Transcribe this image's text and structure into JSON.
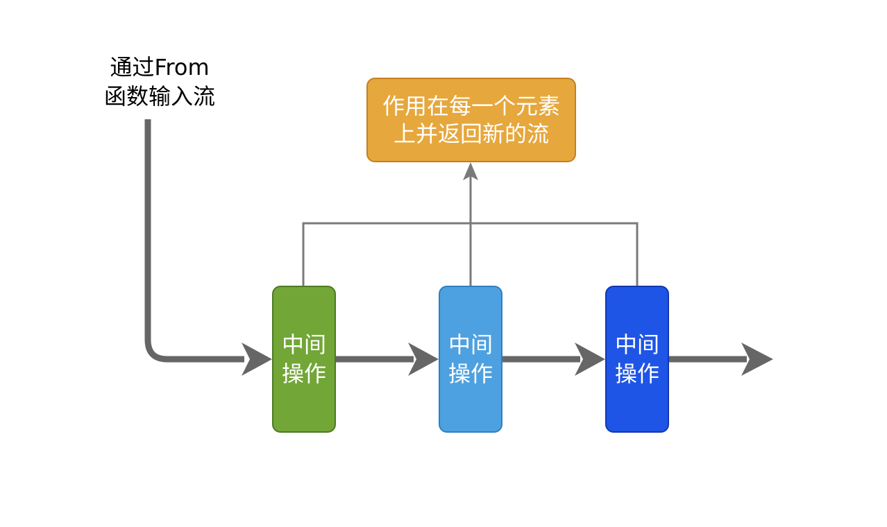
{
  "input_label": {
    "line1": "通过From",
    "line2": "函数输入流"
  },
  "result_box": {
    "line1": "作用在每一个元素",
    "line2": "上并返回新的流",
    "fill": "#e6a73c",
    "border": "#c47f1f"
  },
  "operations": [
    {
      "line1": "中间",
      "line2": "操作",
      "fill": "#72a637",
      "border": "#4d7a22"
    },
    {
      "line1": "中间",
      "line2": "操作",
      "fill": "#4ea1e0",
      "border": "#2f7fc0"
    },
    {
      "line1": "中间",
      "line2": "操作",
      "fill": "#1f55e6",
      "border": "#1236b0"
    }
  ],
  "colors": {
    "flow_arrow": "#666666",
    "connector": "#7a7a7a"
  }
}
